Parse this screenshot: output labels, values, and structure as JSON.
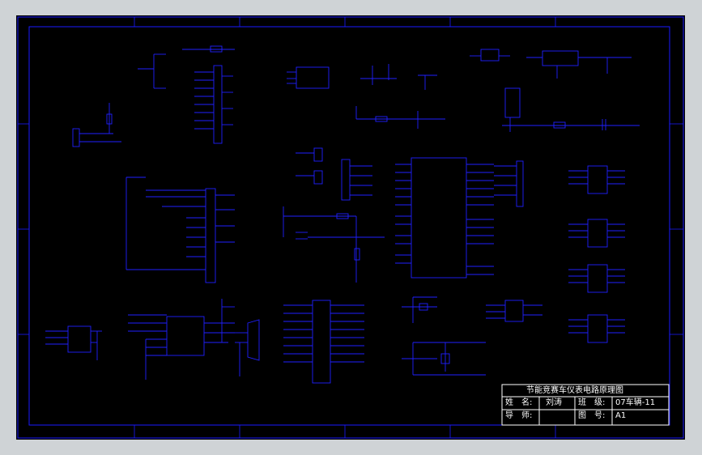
{
  "title_block": {
    "title": "节能竞赛车仪表电路原理图",
    "name_label": "姓　名:",
    "name_value": "刘涛",
    "class_label": "班　级:",
    "class_value": "07车辆-11",
    "advisor_label": "导　师:",
    "advisor_value": "",
    "drawing_no_label": "图　号:",
    "drawing_no_value": "A1"
  },
  "colors": {
    "paper": "#000000",
    "frame": "#1a1aff",
    "wire": "#2020ff",
    "text": "#ffffff",
    "window": "#cfd3d6"
  }
}
